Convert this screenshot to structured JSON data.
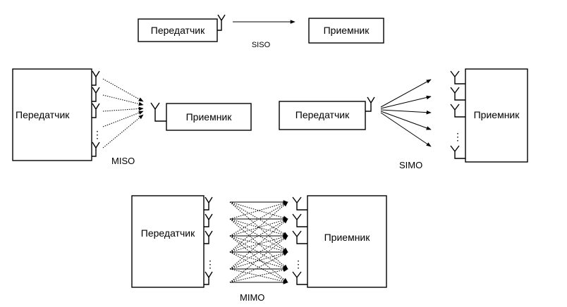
{
  "labels": {
    "transmitter": "Передатчик",
    "receiver": "Приемник",
    "dots": "⋮"
  },
  "captions": {
    "siso": "SISO",
    "miso": "MISO",
    "simo": "SIMO",
    "mimo": "MIMO"
  }
}
